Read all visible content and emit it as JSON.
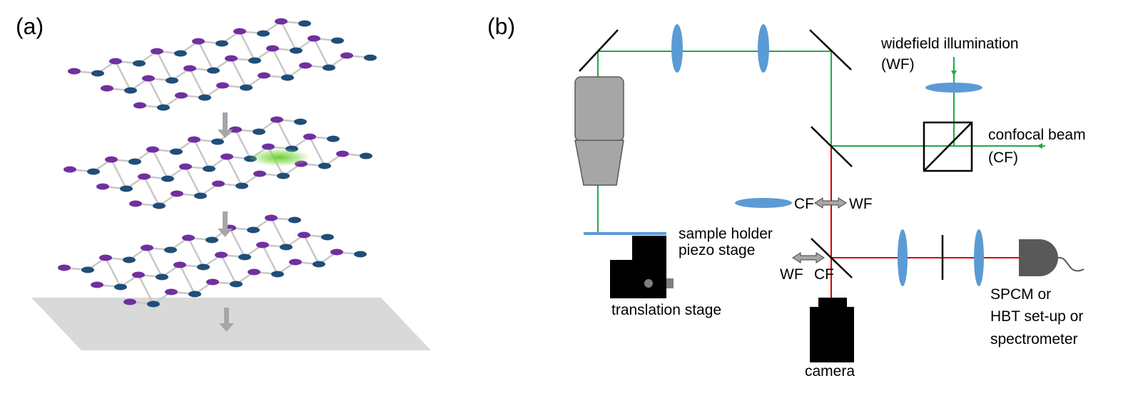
{
  "panels": {
    "a": "(a)",
    "b": "(b)"
  },
  "labels": {
    "widefield_line1": "widefield illumination",
    "widefield_line2": "(WF)",
    "confocal_line1": "confocal  beam",
    "confocal_line2": "(CF)",
    "switch_top_cf": "CF",
    "switch_top_wf": "WF",
    "switch_bottom_wf": "WF",
    "switch_bottom_cf": "CF",
    "sample_holder": "sample holder",
    "piezo_stage": "piezo stage",
    "translation_stage": "translation stage",
    "camera": "camera",
    "detector_line1": "SPCM or",
    "detector_line2": "HBT set-up or",
    "detector_line3": "spectrometer"
  },
  "colors": {
    "green_beam": "#22aa44",
    "red_beam": "#e00000",
    "lens_blue": "#5b9bd5",
    "lattice_bond": "#c8c8c8",
    "atom_purple": "#7030a0",
    "atom_blue": "#1f4e79",
    "arrow_gray": "#a6a6a6",
    "substrate_gray": "#d9d9d9",
    "objective_gray": "#a6a6a6",
    "fluorescence_green": "#66cc33"
  }
}
